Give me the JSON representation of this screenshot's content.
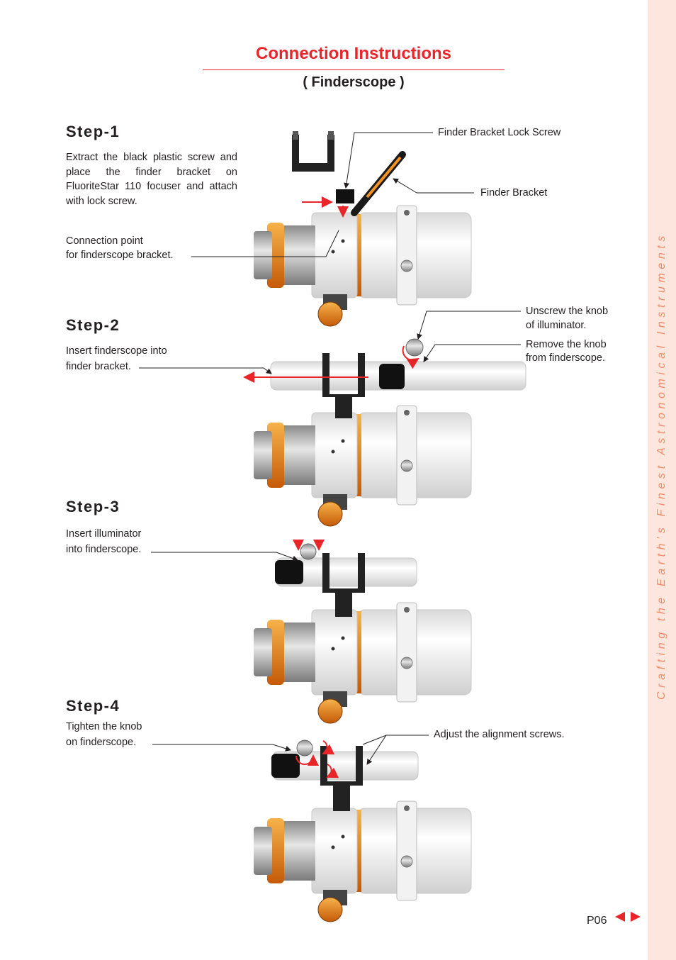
{
  "page": {
    "title": "Connection Instructions",
    "subtitle": "( Finderscope )",
    "side_tagline": "Crafting the Earth's Finest Astronomical Instruments",
    "page_number": "P06",
    "accent_color": "#e8262a",
    "side_band_color": "#fce6dd"
  },
  "steps": [
    {
      "heading": "Step-1",
      "text": "Extract the black plastic screw and place the finder bracket on FluoriteStar 110 focuser and attach with lock screw.",
      "callouts": {
        "lock_screw": "Finder Bracket Lock Screw",
        "bracket": "Finder Bracket",
        "connection_line1": "Connection point",
        "connection_line2": "for finderscope bracket."
      }
    },
    {
      "heading": "Step-2",
      "text_line1": "Insert finderscope into",
      "text_line2": "finder bracket.",
      "callouts": {
        "unscrew_line1": "Unscrew the knob",
        "unscrew_line2": "of illuminator.",
        "remove_line1": "Remove the knob",
        "remove_line2": "from finderscope."
      }
    },
    {
      "heading": "Step-3",
      "text_line1": "Insert illuminator",
      "text_line2": "into finderscope."
    },
    {
      "heading": "Step-4",
      "text_line1": "Tighten the knob",
      "text_line2": "on finderscope.",
      "callouts": {
        "align": "Adjust the alignment screws."
      }
    }
  ],
  "icons": {
    "prev": "triangle-left-icon",
    "next": "triangle-right-icon"
  }
}
